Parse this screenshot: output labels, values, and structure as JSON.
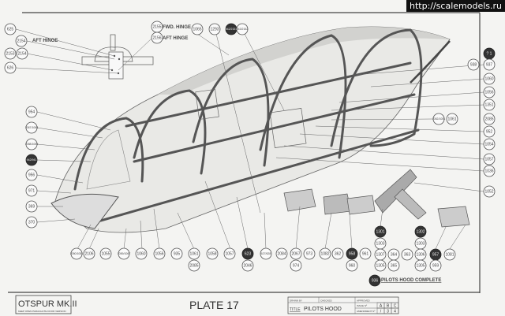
{
  "watermark": "http://scalemodels.ru",
  "hinge_detail": {
    "callouts": [
      "625",
      "2154",
      "2153",
      "2154",
      "626",
      "2155",
      "2156"
    ],
    "aft_hinge_label": "AFT HINGE",
    "fwd_hinge_label": "FWD. HINGE",
    "aft_hinge_label_2": "AFT HINGE"
  },
  "top_callouts": [
    "1065",
    "1293",
    "942/2151",
    "943/2152"
  ],
  "right_callouts": [
    "? 1",
    "938",
    "937",
    "1060",
    "1056",
    "1351",
    "1052/1051",
    "1061",
    "2085",
    "952",
    "1054",
    "1057",
    "1036",
    "1052"
  ],
  "left_callouts": [
    "954",
    "1067/1068",
    "1058/1059",
    "942/941",
    "956",
    "971",
    "369",
    "370"
  ],
  "bottom_callouts": [
    "1050/1051",
    "2106",
    "1055",
    "1059/1067",
    "1060",
    "1056",
    "935",
    "1061",
    "2085",
    "1058",
    "1057",
    "623",
    "2046",
    "627/628",
    "2084",
    "2067",
    "974",
    "973",
    "1082",
    "362",
    "958",
    "960",
    "961",
    "1301",
    "1303",
    "1307",
    "1305",
    "364",
    "365",
    "363",
    "1302",
    "1303",
    "1306",
    "1305",
    "957",
    "959",
    "1081"
  ],
  "assembly": {
    "number": "936",
    "label": "PILOTS HOOD COMPLETE"
  },
  "title_block": {
    "aircraft": "OTSPUR MK.II",
    "aircraft_sub": "KEEP OPEN PARACHUTE DOOR VERSION",
    "plate": "PLATE 17",
    "title_prefix": "TITLE",
    "title": "PILOTS HOOD",
    "drawn_label": "DRAWN BY",
    "checked_label": "CHECKED",
    "approved_label": "APPROVED",
    "issue_label": "ISSUE Nº",
    "amendment_label": "AMENDMENT Nº",
    "issue_cols": [
      "A",
      "B",
      "C"
    ],
    "amend_cols": [
      "/",
      "3",
      "4"
    ]
  }
}
